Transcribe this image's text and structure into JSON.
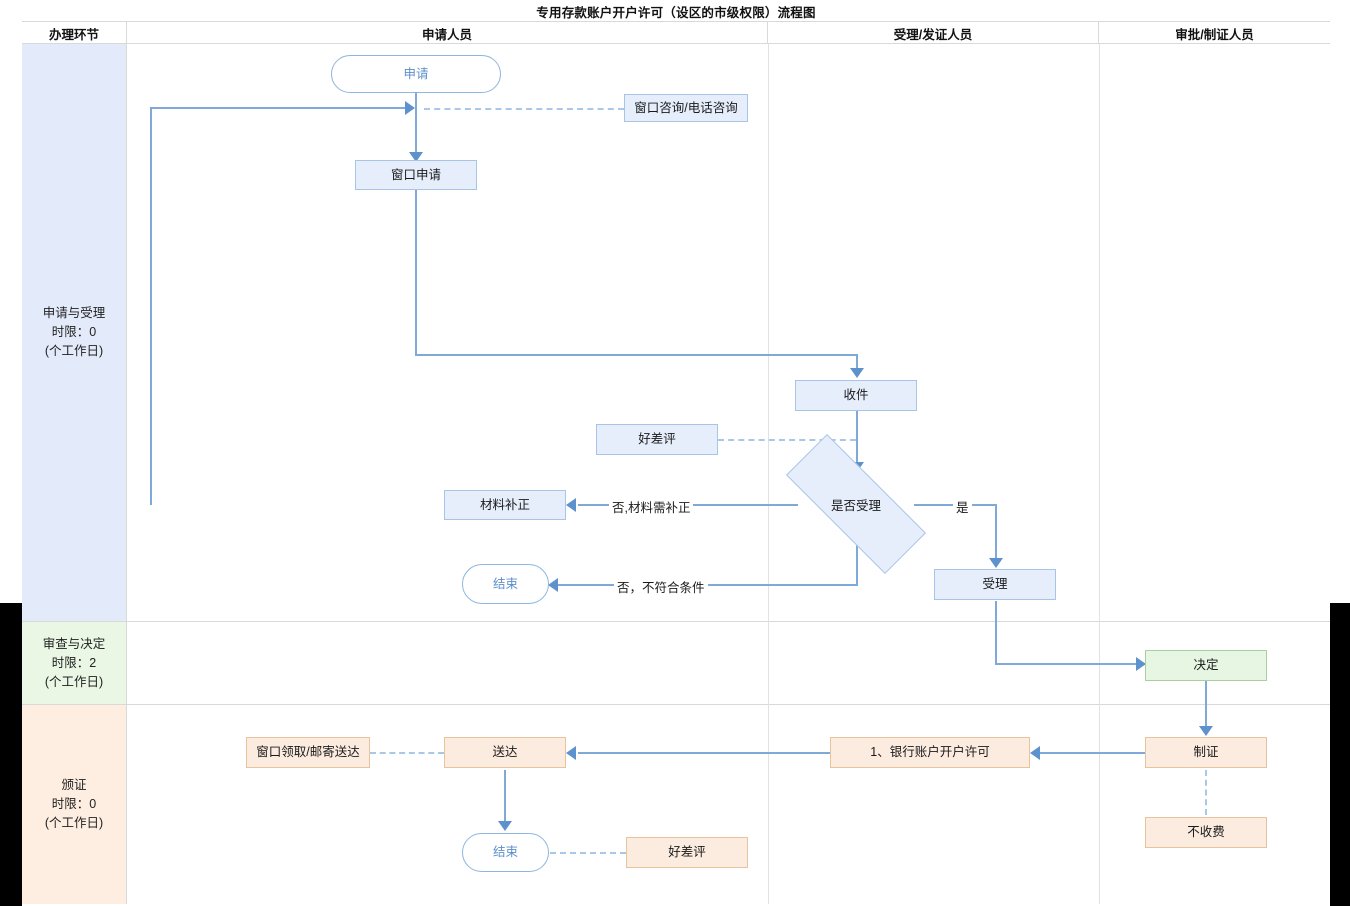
{
  "title": "专用存款账户开户许可（设区的市级权限）流程图",
  "columns": [
    {
      "key": "stage",
      "label": "办理环节"
    },
    {
      "key": "applicant",
      "label": "申请人员"
    },
    {
      "key": "acceptor",
      "label": "受理/发证人员"
    },
    {
      "key": "approver",
      "label": "审批/制证人员"
    }
  ],
  "lanes": [
    {
      "name": "申请与受理",
      "limit_label": "时限：0",
      "unit": "(个工作日)",
      "color": "#e3ebfa"
    },
    {
      "name": "审查与决定",
      "limit_label": "时限：2",
      "unit": "(个工作日)",
      "color": "#e9f7e4"
    },
    {
      "name": "颁证",
      "limit_label": "时限：0",
      "unit": "(个工作日)",
      "color": "#fdeee1"
    }
  ],
  "nodes": {
    "start": "申请",
    "consult": "窗口咨询/电话咨询",
    "window_apply": "窗口申请",
    "receive": "收件",
    "rating_top": "好差评",
    "decision_accept": "是否受理",
    "material_fix": "材料补正",
    "end_top": "结束",
    "accept": "受理",
    "decide": "决定",
    "make_cert": "制证",
    "no_fee": "不收费",
    "cert_item": "1、银行账户开户许可",
    "deliver": "送达",
    "pickup": "窗口领取/邮寄送达",
    "end_bottom": "结束",
    "rating_bottom": "好差评"
  },
  "edge_labels": {
    "no_material": "否,材料需补正",
    "no_condition": "否，不符合条件",
    "yes": "是"
  },
  "colors": {
    "lane_apply": "#e3ebfa",
    "lane_review": "#e9f7e4",
    "lane_issue": "#fdeee1",
    "node_blue": "#e6eefc",
    "node_green": "#e6f6e3",
    "node_peach": "#fcece0",
    "connector": "#7fa9d6",
    "terminator_text": "#5b8fc9"
  }
}
